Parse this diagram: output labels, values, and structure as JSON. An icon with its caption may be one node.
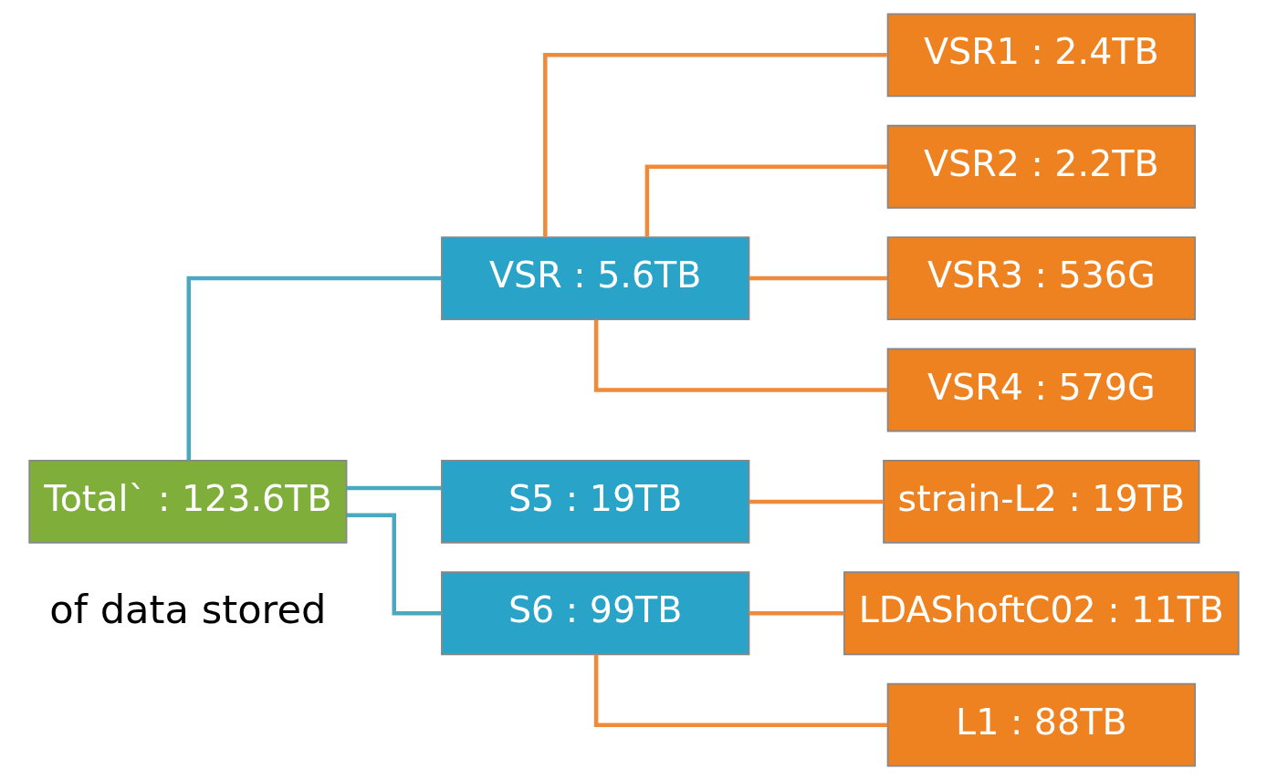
{
  "diagram": {
    "nodes": [
      {
        "text": [
          "Total` : 123.6TB"
        ]
      },
      {
        "text": [
          "VSR : 5.6TB"
        ]
      },
      {
        "text": [
          "S5 : 19TB"
        ]
      },
      {
        "text": [
          "S6 : 99TB"
        ]
      },
      {
        "text": [
          "VSR1 : 2.4TB"
        ]
      },
      {
        "text": [
          "VSR2 : 2.2TB"
        ]
      },
      {
        "text": [
          "VSR3 : 536G"
        ]
      },
      {
        "text": [
          "VSR4 : 579G"
        ]
      },
      {
        "text": [
          "strain-L2 : 19TB"
        ]
      },
      {
        "text": [
          "LDAShoftC02 : 11TB"
        ]
      },
      {
        "text": [
          "L1 : 88TB"
        ]
      }
    ],
    "edges": [
      {
        "from": 0,
        "to": 1,
        "arrow": "none",
        "color": "#4aa8c0"
      },
      {
        "from": 0,
        "to": 2,
        "arrow": "none",
        "color": "#4aa8c0"
      },
      {
        "from": 0,
        "to": 3,
        "arrow": "none",
        "color": "#4aa8c0"
      },
      {
        "from": 1,
        "to": 4,
        "arrow": "none"
      },
      {
        "from": 1,
        "to": 5,
        "arrow": "none"
      },
      {
        "from": 1,
        "to": 6,
        "arrow": "none"
      },
      {
        "from": 1,
        "to": 7,
        "arrow": "none"
      },
      {
        "from": 2,
        "to": 8,
        "arrow": "none"
      },
      {
        "from": 3,
        "to": 9,
        "arrow": "none"
      },
      {
        "from": 3,
        "to": 10,
        "arrow": "none"
      }
    ],
    "labels": [
      "of data stored"
    ]
  }
}
